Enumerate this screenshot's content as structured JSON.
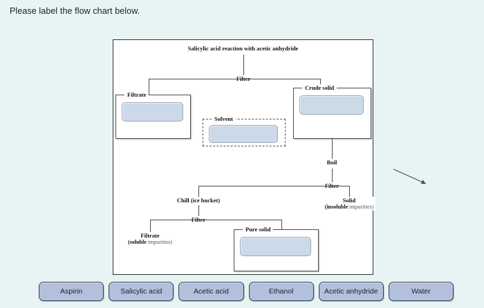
{
  "prompt": "Please label the flow chart below.",
  "flowchart": {
    "title": "Salicylic acid reaction with acetic anhydride",
    "steps": {
      "filter_1": "Filter",
      "boil": "Boil",
      "filter_2": "Filter",
      "chill": "Chill (ice bucket)",
      "filter_3": "Filter"
    },
    "outputs": {
      "solid_title": "Solid",
      "solid_sub_bold": "(insoluble",
      "solid_sub_light": "impurities)",
      "filtrate_title": "Filtrate",
      "filtrate_sub_bold": "(soluble",
      "filtrate_sub_light": "impurities)"
    },
    "dropboxes": [
      {
        "legend": "Filtrate",
        "value": ""
      },
      {
        "legend": "Crude solid",
        "value": ""
      },
      {
        "legend": "Solvent",
        "value": ""
      },
      {
        "legend": "Pure solid",
        "value": ""
      }
    ]
  },
  "answer_bank": {
    "options": [
      "Aspirin",
      "Salicylic acid",
      "Acetic acid",
      "Ethanol",
      "Acetic anhydride",
      "Water"
    ]
  },
  "colors": {
    "page_background": "#e8f4f4",
    "panel_background": "#ffffff",
    "chip_fill": "#b3c0dc",
    "dropzone_fill": "#ccd9e8",
    "line": "#4a4a4a"
  }
}
